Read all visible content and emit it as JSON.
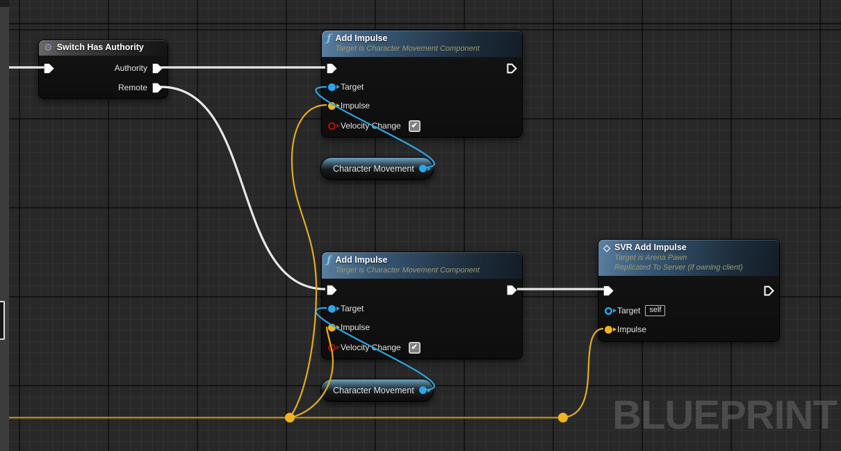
{
  "watermark": "BLUEPRINT",
  "icons": {
    "function_glyph": "ƒ",
    "gear_glyph": "⚙",
    "event_glyph": "◇",
    "check_glyph": "✔"
  },
  "colors": {
    "exec_wire": "#efefef",
    "object_pin": "#2aa7e6",
    "vector_pin": "#f2b41d",
    "bool_pin": "#9c1010",
    "header_function": "#3a5a78",
    "header_switch": "#474747"
  },
  "nodes": {
    "switch_has_authority": {
      "title": "Switch Has Authority",
      "pin_authority": "Authority",
      "pin_remote": "Remote"
    },
    "add_impulse_top": {
      "title": "Add Impulse",
      "subtitle": "Target is Character Movement Component",
      "pin_target": "Target",
      "pin_impulse": "Impulse",
      "pin_velocity_change": "Velocity Change",
      "velocity_change_checked": "true"
    },
    "add_impulse_bottom": {
      "title": "Add Impulse",
      "subtitle": "Target is Character Movement Component",
      "pin_target": "Target",
      "pin_impulse": "Impulse",
      "pin_velocity_change": "Velocity Change",
      "velocity_change_checked": "true"
    },
    "svr_add_impulse": {
      "title": "SVR Add Impulse",
      "subtitle_line1": "Target is Arena Pawn",
      "subtitle_line2": "Replicated To Server (if owning client)",
      "pin_target": "Target",
      "target_default": "self",
      "pin_impulse": "Impulse"
    },
    "character_movement_top": {
      "label": "Character Movement"
    },
    "character_movement_bottom": {
      "label": "Character Movement"
    }
  }
}
